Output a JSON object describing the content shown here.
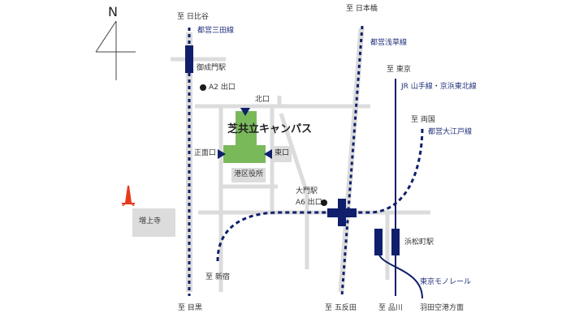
{
  "map": {
    "title": "芝共立キャンパス",
    "compass": {
      "label": "N"
    },
    "colors": {
      "rail": "#0f1f6b",
      "road": "#dcdcdc",
      "campus": "#79b95a",
      "tower": "#e8391b",
      "text": "#333333",
      "line_label": "#1f2f7a"
    },
    "campus": {
      "name": "芝共立キャンパス",
      "entrances": {
        "north": "北口",
        "front": "正面口",
        "east": "東口"
      }
    },
    "landmarks": {
      "ward_office": "港区役所",
      "temple": "増上寺"
    },
    "stations": {
      "onarimon": "御成門駅",
      "onarimon_exit": "A2 出口",
      "daimon": "大門駅",
      "daimon_exit": "A6 出口",
      "hamamatsucho": "浜松町駅"
    },
    "lines": {
      "mita": "都営三田線",
      "asakusa": "都営浅草線",
      "jr": "JR 山手線・京浜東北線",
      "oedo": "都営大江戸線",
      "monorail": "東京モノレール"
    },
    "directions": {
      "hibiya": "至 日比谷",
      "nihonbashi": "至 日本橋",
      "tokyo": "至 東京",
      "ryogoku": "至 両国",
      "shinjuku": "至 新宿",
      "meguro": "至 目黒",
      "gotanda": "至 五反田",
      "shinagawa": "至 品川",
      "haneda": "羽田空港方面"
    }
  }
}
